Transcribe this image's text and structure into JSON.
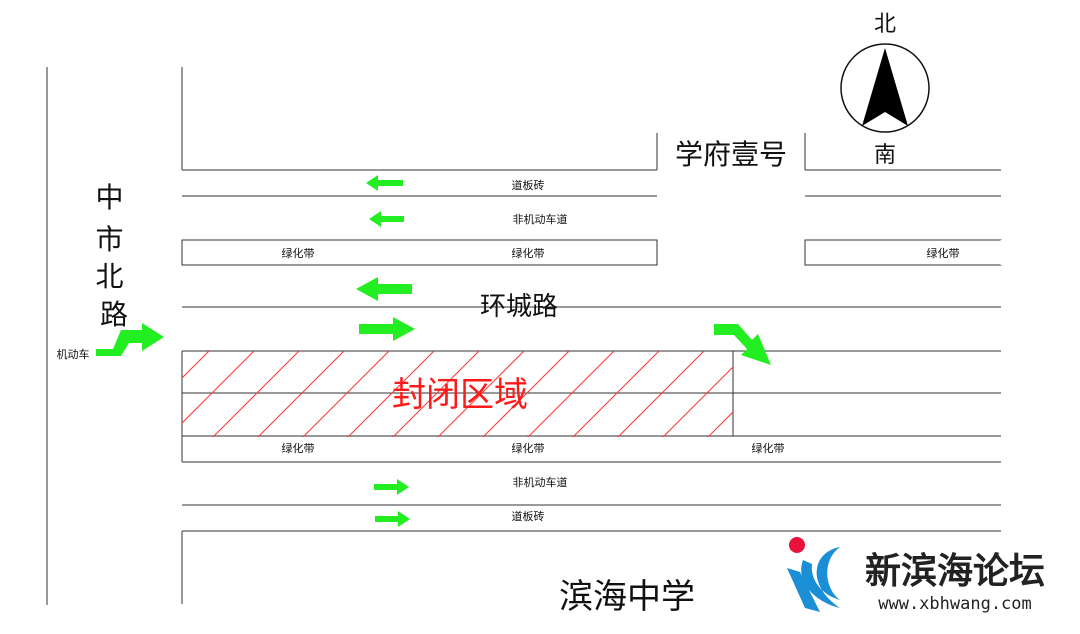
{
  "compass": {
    "north": "北",
    "south": "南"
  },
  "roads": {
    "west_road": "中市北路",
    "main_road": "环城路"
  },
  "places": {
    "xuefu": "学府壹号",
    "school": "滨海中学"
  },
  "lane_labels": {
    "sidewalk": "道板砖",
    "bike_lane": "非机动车道",
    "green_belt": "绿化带"
  },
  "vehicle_label": "机动车",
  "closed_area": {
    "label": "封闭区域",
    "color": "#ff0000"
  },
  "arrow_color": "#22ee22",
  "watermark": {
    "name": "新滨海论坛",
    "url": "www.xbhwang.com",
    "colors": [
      "#1a8fd6",
      "#e8123c"
    ]
  }
}
